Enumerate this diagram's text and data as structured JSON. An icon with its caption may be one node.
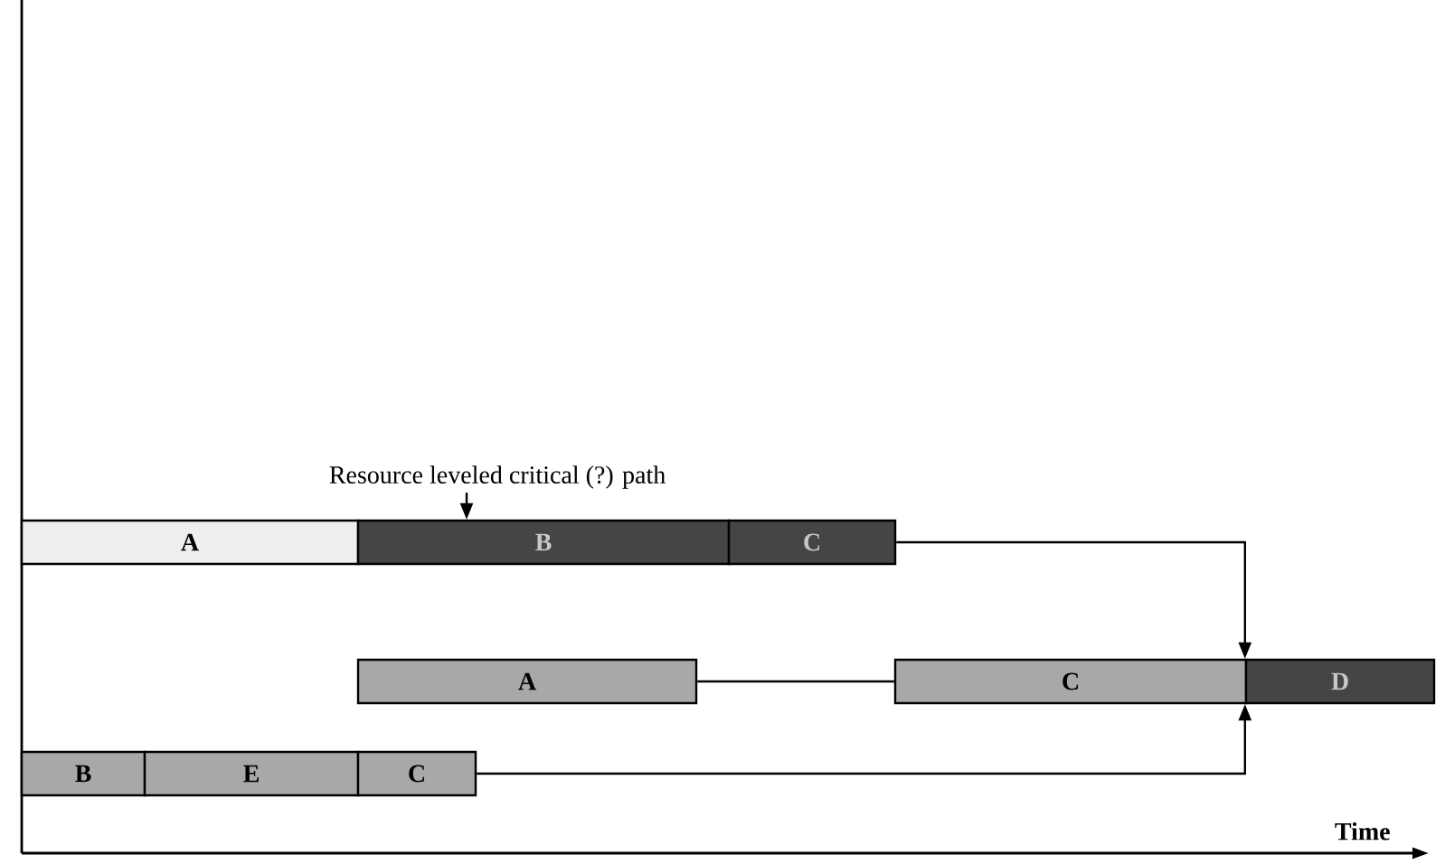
{
  "diagram": {
    "nodes": [
      {
        "text": [
          "A"
        ]
      },
      {
        "text": [
          "B"
        ]
      },
      {
        "text": [
          "C"
        ]
      },
      {
        "text": [
          "A"
        ]
      },
      {
        "text": [
          "C"
        ]
      },
      {
        "text": [
          "D"
        ]
      },
      {
        "text": [
          "B"
        ]
      },
      {
        "text": [
          "E"
        ]
      },
      {
        "text": [
          "C"
        ]
      },
      {
        "text": [
          "Resource leveled critical (?) path"
        ]
      }
    ],
    "edges": [
      {
        "from": 2,
        "to": 5,
        "arrow": "to"
      },
      {
        "from": 3,
        "to": 4,
        "arrow": "none"
      },
      {
        "from": 8,
        "to": 5,
        "arrow": "to"
      },
      {
        "from": 9,
        "to": 1,
        "arrow": "to"
      }
    ],
    "labels": [
      "Time"
    ]
  }
}
